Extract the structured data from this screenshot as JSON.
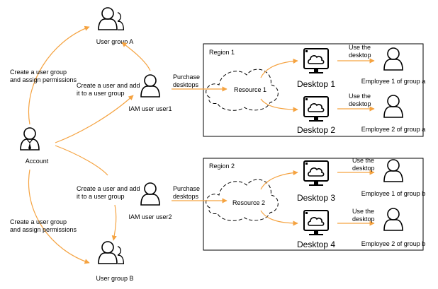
{
  "colors": {
    "arrow": "#F5A341",
    "line": "#000000"
  },
  "nodes": {
    "account": "Account",
    "user_group_a": "User group A",
    "user_group_b": "User group B",
    "iam_user1": "IAM user user1",
    "iam_user2": "IAM user user2",
    "region1": "Region 1",
    "region2": "Region 2",
    "resource1": "Resource 1",
    "resource2": "Resource 2",
    "desktop1": "Desktop 1",
    "desktop2": "Desktop 2",
    "desktop3": "Desktop 3",
    "desktop4": "Desktop 4",
    "employee1a": "Employee 1 of group a",
    "employee2a": "Employee 2 of group a",
    "employee1b": "Employee 1 of group b",
    "employee2b": "Employee 2 of group b"
  },
  "edges": {
    "create_group_line1": "Create a user group",
    "create_group_line2": "and assign permissions",
    "create_user_line1": "Create a user and add",
    "create_user_line2": "it to a user group",
    "purchase_line1": "Purchase",
    "purchase_line2": "desktops",
    "use_line1": "Use the",
    "use_line2": "desktop"
  },
  "icons": [
    "person-icon",
    "person-group-icon",
    "account-icon",
    "desktop-monitor-icon",
    "cloud-icon"
  ]
}
